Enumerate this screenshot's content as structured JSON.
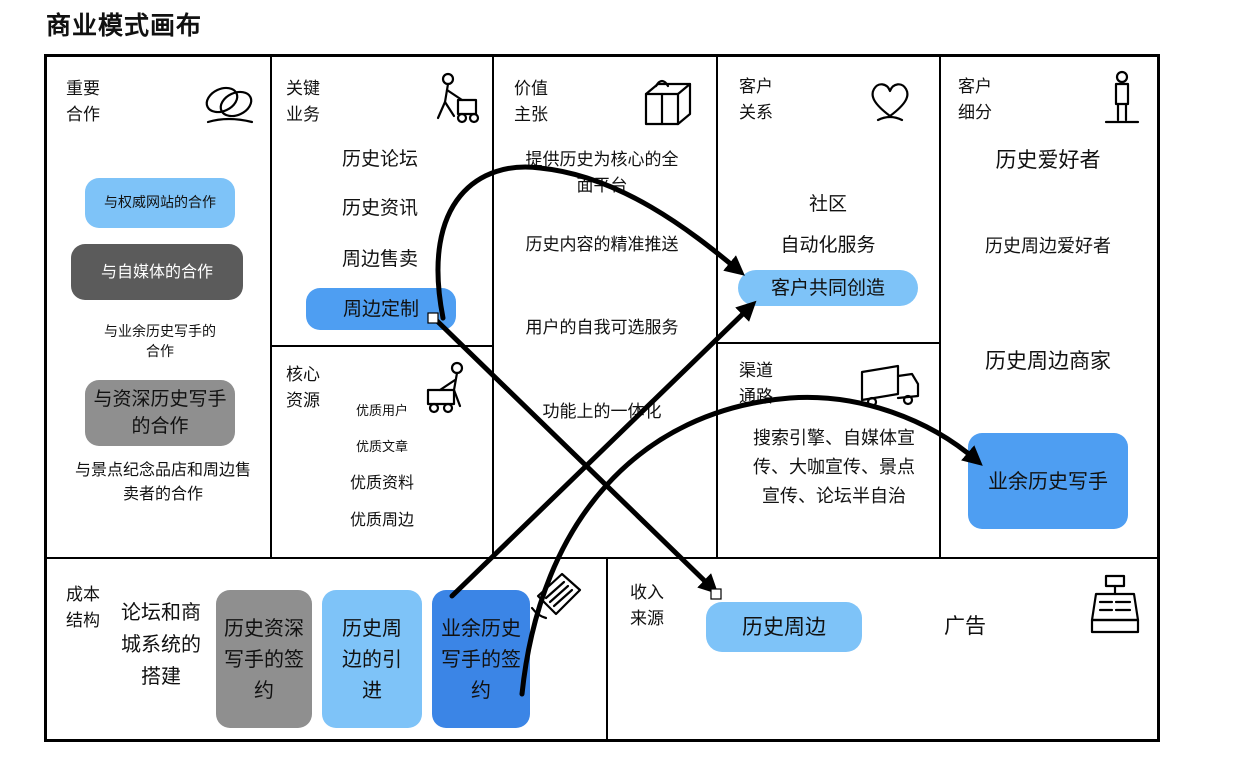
{
  "title": "商业模式画布",
  "blocks": {
    "partners": {
      "label1": "重要",
      "label2": "合作",
      "items": [
        "与权威网站的合作",
        "与自媒体的合作",
        "与业余历史写手的合作",
        "与资深历史写手的合作",
        "与景点纪念品店和周边售卖者的合作"
      ]
    },
    "activities": {
      "label1": "关键",
      "label2": "业务",
      "items": [
        "历史论坛",
        "历史资讯",
        "周边售卖",
        "周边定制"
      ]
    },
    "resources": {
      "label1": "核心",
      "label2": "资源",
      "items": [
        "优质用户",
        "优质文章",
        "优质资料",
        "优质周边"
      ]
    },
    "value": {
      "label1": "价值",
      "label2": "主张",
      "items": [
        "提供历史为核心的全面平台",
        "历史内容的精准推送",
        "用户的自我可选服务",
        "功能上的一体化"
      ]
    },
    "relations": {
      "label1": "客户",
      "label2": "关系",
      "items": [
        "社区",
        "自动化服务",
        "客户共同创造"
      ]
    },
    "channels": {
      "label1": "渠道",
      "label2": "通路",
      "items": [
        "搜索引擎、自媒体宣传、大咖宣传、景点宣传、论坛半自治"
      ]
    },
    "segments": {
      "label1": "客户",
      "label2": "细分",
      "items": [
        "历史爱好者",
        "历史周边爱好者",
        "历史周边商家",
        "业余历史写手"
      ]
    },
    "cost": {
      "label1": "成本",
      "label2": "结构",
      "items": [
        "论坛和商城系统的搭建",
        "历史资深写手的签约",
        "历史周边的引进",
        "业余历史写手的签约"
      ]
    },
    "revenue": {
      "label1": "收入",
      "label2": "来源",
      "items": [
        "历史周边",
        "广告"
      ]
    }
  },
  "icons": [
    "rings-icon",
    "mower-icon",
    "gift-icon",
    "heart-icon",
    "person-icon",
    "cart-icon",
    "truck-icon",
    "price-tag-icon",
    "cash-register-icon"
  ],
  "colors": {
    "light_blue": "#7ec3f8",
    "mid_blue": "#4e9ef2",
    "deep_blue": "#3b85e6",
    "dark_gray": "#5b5b5b",
    "mid_gray": "#8f8f8f"
  }
}
